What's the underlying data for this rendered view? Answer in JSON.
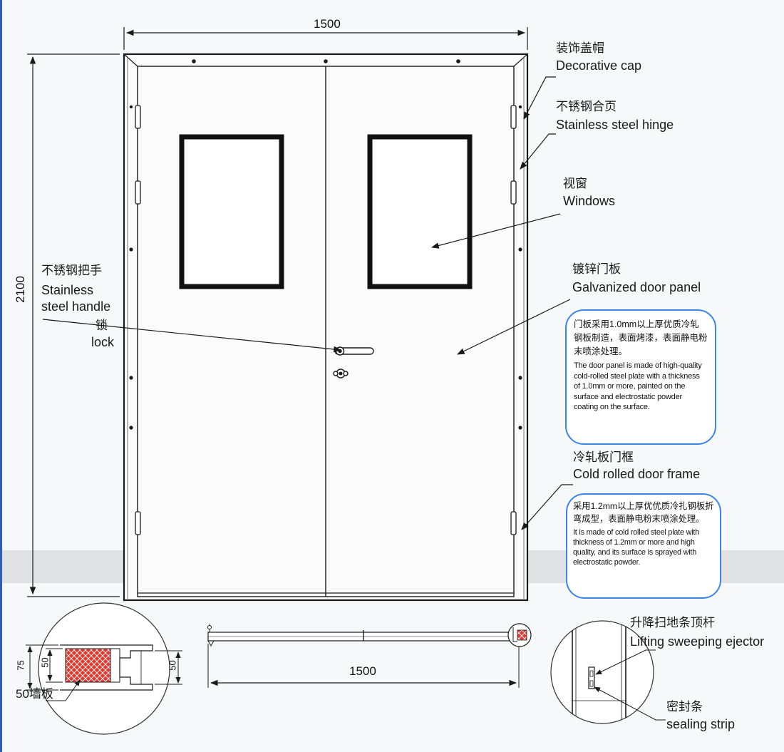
{
  "dimensions": {
    "top_width": "1500",
    "height": "2100",
    "bottom_width": "1500",
    "wall_75": "75",
    "wall_50_left": "50",
    "wall_50_right": "50"
  },
  "labels": {
    "decorative_cap": {
      "zh": "装饰盖帽",
      "en": "Decorative cap"
    },
    "hinge": {
      "zh": "不锈钢合页",
      "en": "Stainless steel hinge"
    },
    "windows": {
      "zh": "视窗",
      "en": "Windows"
    },
    "door_panel": {
      "zh": "镀锌门板",
      "en": "Galvanized door panel"
    },
    "handle": {
      "zh": "不锈钢把手",
      "en_line1": "Stainless",
      "en_line2": "steel handle"
    },
    "lock": {
      "zh": "锁",
      "en": "lock"
    },
    "door_frame": {
      "zh": "冷轧板门框",
      "en": "Cold rolled door frame"
    },
    "wall_panel": {
      "zh": "50墙板"
    },
    "ejector": {
      "zh": "升降扫地条顶杆",
      "en": "Lifting sweeping ejector"
    },
    "sealing": {
      "zh": "密封条",
      "en": "sealing strip"
    }
  },
  "notes": {
    "panel": {
      "zh": "门板采用1.0mm以上厚优质冷轧钢板制造，表面烤漆，表面静电粉末喷涂处理。",
      "en": "The door panel is made of high-quality cold-rolled steel plate with a thickness of 1.0mm or more, painted on the surface and electrostatic powder coating on the surface."
    },
    "frame": {
      "zh": "采用1.2mm以上厚优优质冷扎钢板折弯成型，表面静电粉末喷涂处理。",
      "en": "It is made of cold rolled steel plate with thickness of 1.2mm or more and high quality, and its surface is sprayed with electrostatic powder."
    }
  },
  "colors": {
    "note_border": "#3a84f0",
    "hatch": "#d9302b",
    "line": "#1a1a1a"
  }
}
